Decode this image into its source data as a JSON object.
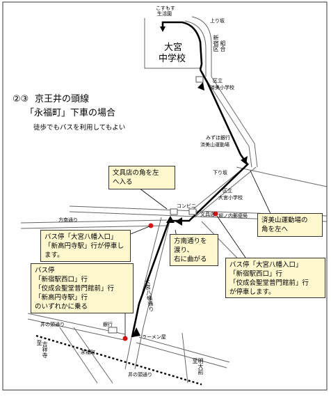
{
  "title": {
    "line_nums": "②③",
    "line_name": "京王井の頭線",
    "station": "「永福町」下車の場合",
    "subtitle": "徒歩でもバスを利用してもよい"
  },
  "places": {
    "school": [
      "大宮",
      "中学校"
    ],
    "kosumosu": [
      "こすもす",
      "生活園"
    ],
    "noboriz_top": "上り坂",
    "shinsei": "新宿区",
    "kumiai": "組合",
    "moto_ku": [
      "区立",
      "済美小学校"
    ],
    "misuzu": [
      "みずほ銀行",
      "済美山運動場"
    ],
    "kudari": "下り坂",
    "omiya_elem": [
      "区立",
      "大宮小学校"
    ],
    "conveni": "コンビニ",
    "bungu": "文具店",
    "post": "堀ノ内郵便局",
    "hounan_rd": "方南通り",
    "bank": "銀行",
    "ramen": "ラーメン屋",
    "station": "永福町",
    "inokashira_rd": "井の頭通り",
    "kichijoji": [
      "至",
      "吉祥寺"
    ],
    "meidai": [
      "至",
      "明大前"
    ],
    "omiya_hachiman_rd": "大宮八幡通り"
  },
  "notes": {
    "bunguten": "文具店の角を左\nへ入る",
    "saibiyama": "済美山運動場の\n角を左へ",
    "hounan_turn": "方南通りを\n渡り、\n右に曲がる",
    "stop_a": "バス停「大宮八幡入口」\n「新高円寺駅」行が停車し\nます。",
    "stop_b": "バス停\n「新宿駅西口」行\n「佼成会聖堂普門館前」行\n「新高円寺駅」行\nのいずれかに乗る",
    "stop_c": "バス停「大宮八幡入口」\n「新宿駅西口」行\n「佼成会聖堂普門館前」行\nが停車します。"
  },
  "colors": {
    "route": "#000000",
    "bus_stop": "#e01010",
    "note_bg": "#fff8cf"
  }
}
